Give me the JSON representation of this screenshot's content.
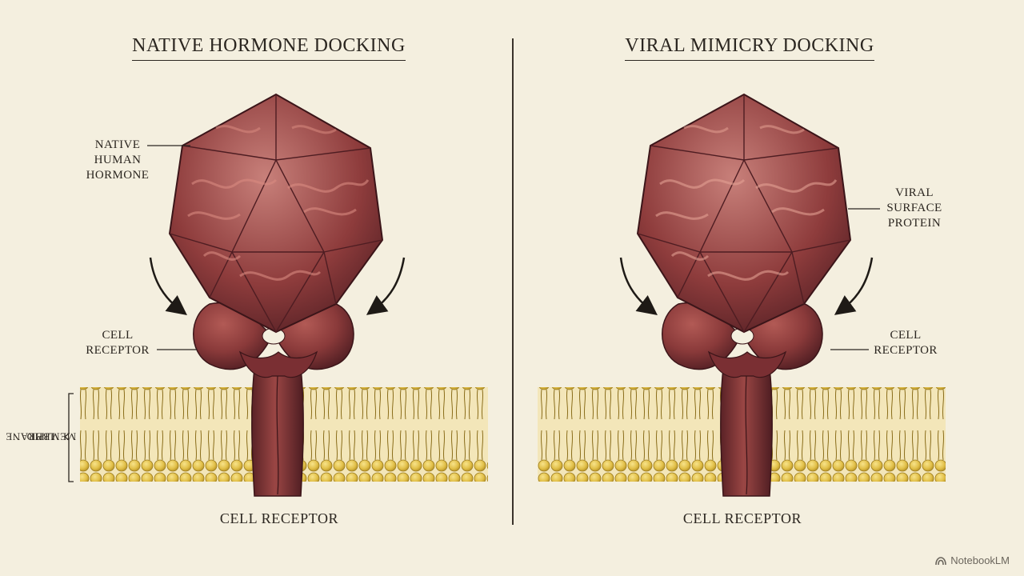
{
  "left_panel": {
    "title": "NATIVE HORMONE DOCKING",
    "hormone_label": [
      "NATIVE",
      "HUMAN",
      "HORMONE"
    ],
    "receptor_label": [
      "CELL",
      "RECEPTOR"
    ],
    "membrane_label": [
      "LIPID",
      "MEMBBRANE"
    ],
    "bottom_label": "CELL RECEPTOR"
  },
  "right_panel": {
    "title": "VIRAL MIMICRY DOCKING",
    "protein_label": [
      "VIRAL",
      "SURFACE",
      "PROTEIN"
    ],
    "receptor_label": [
      "CELL",
      "RECEPTOR"
    ],
    "bottom_label": "CELL RECEPTOR"
  },
  "watermark": "NotebookLM",
  "colors": {
    "background": "#f4efdf",
    "ink": "#2b2620",
    "protein": "#8e3c3c",
    "protein_dark": "#5a2226",
    "membrane": "#e2c04a"
  }
}
